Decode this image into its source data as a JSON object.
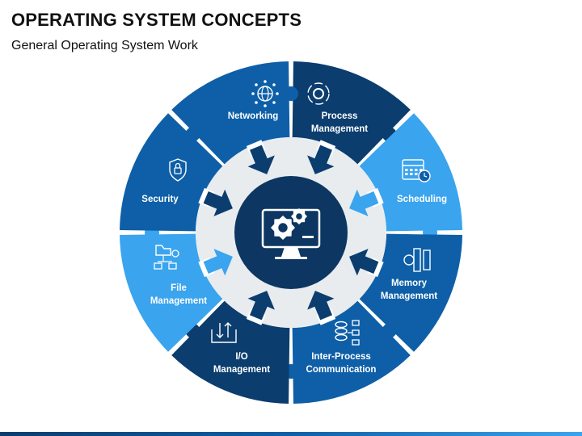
{
  "title": "OPERATING SYSTEM CONCEPTS",
  "subtitle": "General Operating System Work",
  "colors": {
    "dark": "#0b3d6e",
    "medium": "#0e5fa8",
    "light": "#3aa4ee",
    "center": "#0d3762",
    "ring": "#e8ecef",
    "arrow_dark": "#0b3d6e",
    "arrow_light": "#3aa4ee"
  },
  "center": {
    "icon": "monitor-gears-icon"
  },
  "segments": [
    {
      "id": "networking",
      "label_lines": [
        "Networking"
      ],
      "icon": "network-globe-icon",
      "color": "dark"
    },
    {
      "id": "process",
      "label_lines": [
        "Process",
        "Management"
      ],
      "icon": "process-gear-icon",
      "color": "light"
    },
    {
      "id": "scheduling",
      "label_lines": [
        "Scheduling"
      ],
      "icon": "calendar-clock-icon",
      "color": "medium"
    },
    {
      "id": "memory",
      "label_lines": [
        "Memory",
        "Management"
      ],
      "icon": "memory-chip-icon",
      "color": "medium"
    },
    {
      "id": "ipc",
      "label_lines": [
        "Inter-Process",
        "Communication"
      ],
      "icon": "database-network-icon",
      "color": "dark"
    },
    {
      "id": "io",
      "label_lines": [
        "I/O",
        "Management"
      ],
      "icon": "io-arrows-icon",
      "color": "light"
    },
    {
      "id": "file",
      "label_lines": [
        "File",
        "Management"
      ],
      "icon": "folder-tree-icon",
      "color": "medium"
    },
    {
      "id": "security",
      "label_lines": [
        "Security"
      ],
      "icon": "shield-lock-icon",
      "color": "medium"
    }
  ]
}
